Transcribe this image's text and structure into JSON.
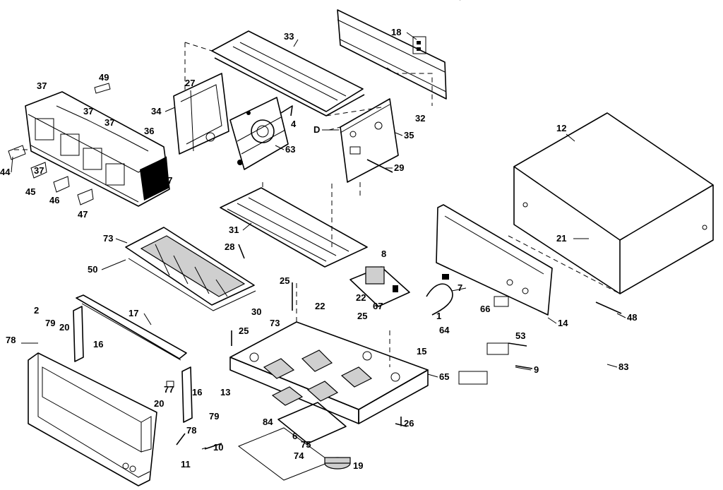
{
  "diagram": {
    "top_fragment": "'",
    "callouts": [
      "2",
      "79",
      "20",
      "78",
      "16",
      "17",
      "77",
      "16",
      "20",
      "79",
      "78",
      "11",
      "10",
      "73",
      "50",
      "28",
      "30",
      "73",
      "25",
      "25",
      "22",
      "22",
      "25",
      "67",
      "8",
      "7",
      "1",
      "64",
      "66",
      "53",
      "9",
      "15",
      "65",
      "13",
      "84",
      "6",
      "75",
      "26",
      "74",
      "19",
      "44",
      "45",
      "46",
      "47",
      "37",
      "37",
      "37",
      "37",
      "37",
      "49",
      "34",
      "36",
      "27",
      "33",
      "4",
      "63",
      "31",
      "18",
      "32",
      "35",
      "D",
      "29",
      "12",
      "21",
      "14",
      "48",
      "83"
    ]
  }
}
